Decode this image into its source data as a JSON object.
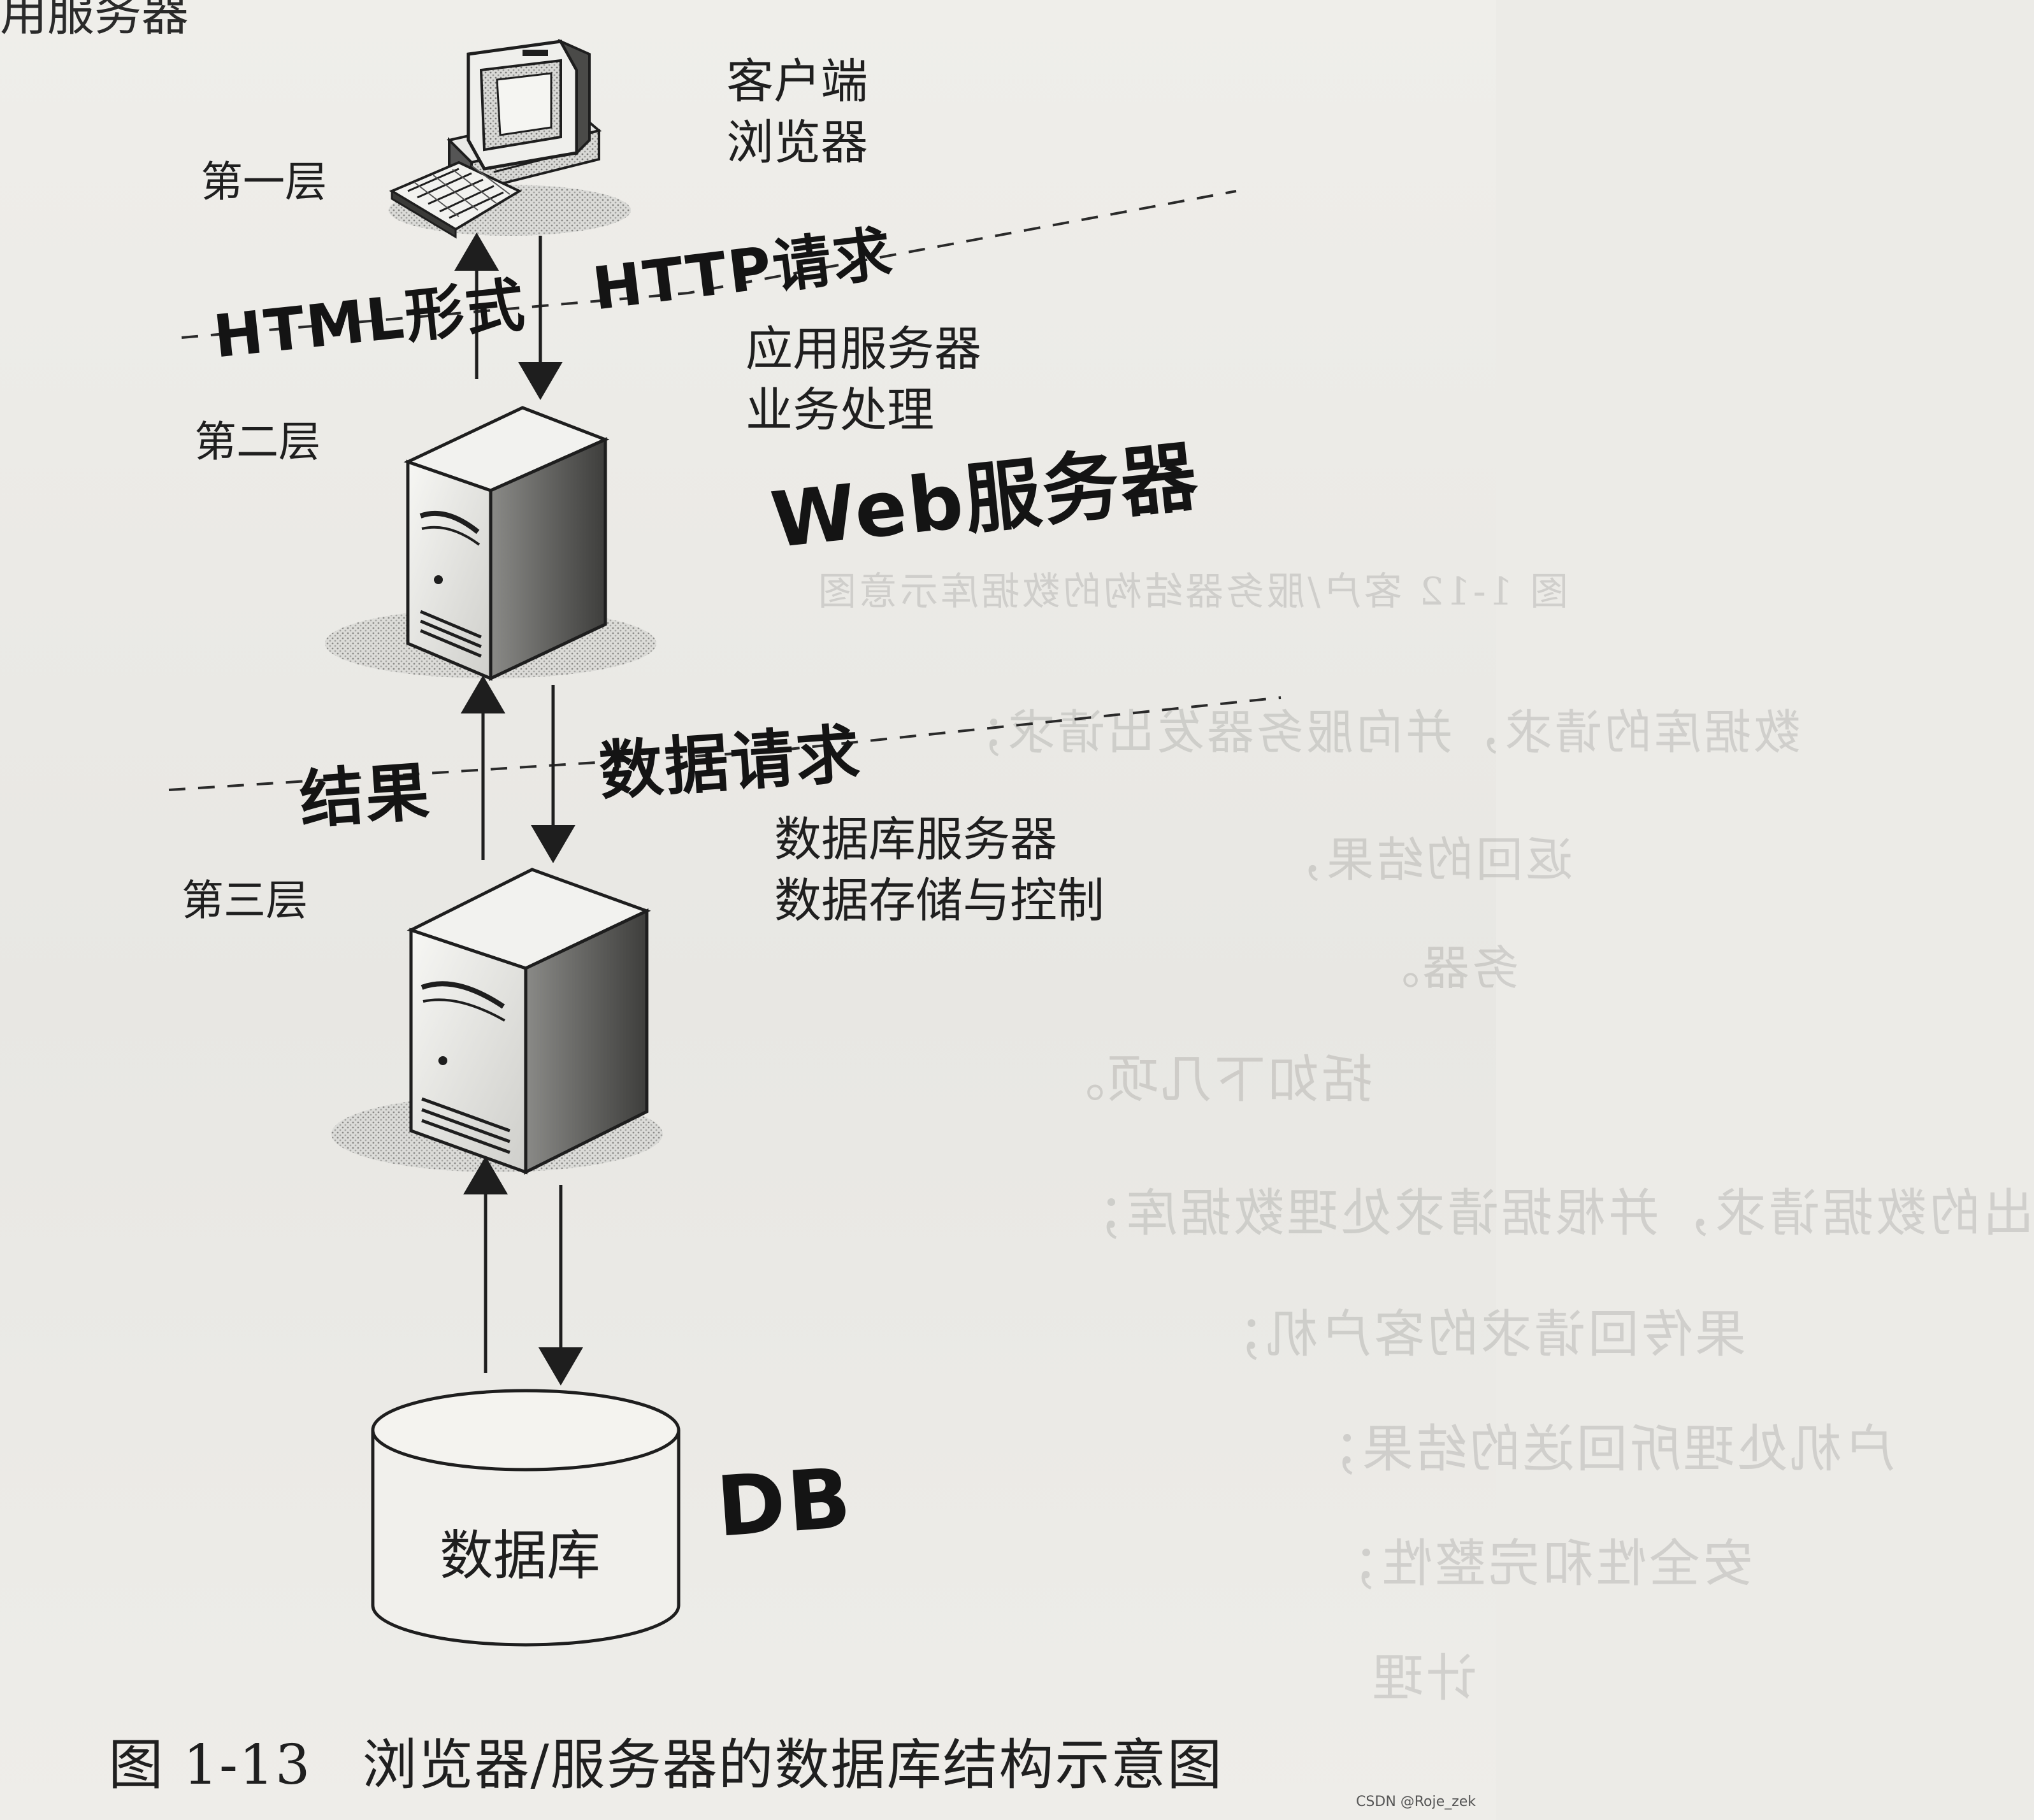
{
  "top_fragment": "用服务器",
  "client": {
    "tier": "第一层",
    "label_line1": "客户端",
    "label_line2": "浏览器"
  },
  "link1": {
    "up_note": "HTML形式",
    "down_note": "HTTP请求"
  },
  "app_server": {
    "tier": "第二层",
    "label_line1": "应用服务器",
    "label_line2": "业务处理",
    "note": "Web服务器"
  },
  "link2": {
    "up_note": "结果",
    "down_note": "数据请求"
  },
  "db_server": {
    "tier": "第三层",
    "label_line1": "数据库服务器",
    "label_line2": "数据存储与控制"
  },
  "database": {
    "label": "数据库",
    "note": "DB"
  },
  "caption": {
    "number": "图 1-13",
    "title": "浏览器/服务器的数据库结构示意图"
  },
  "credit": "CSDN @Roje_zek",
  "bleed_through": [
    "图 1-12   客户/服务器结构的数据库示意图",
    "数据库的请求，并向服务器发出请求；",
    "返回的结果，",
    "务器。",
    "括如下几项。",
    "出的数据请求，并根据请求处理数据库；",
    "果传回请求的客户机；",
    "户机处理所回送的结果；",
    "安全性和完整性；",
    "计理"
  ]
}
